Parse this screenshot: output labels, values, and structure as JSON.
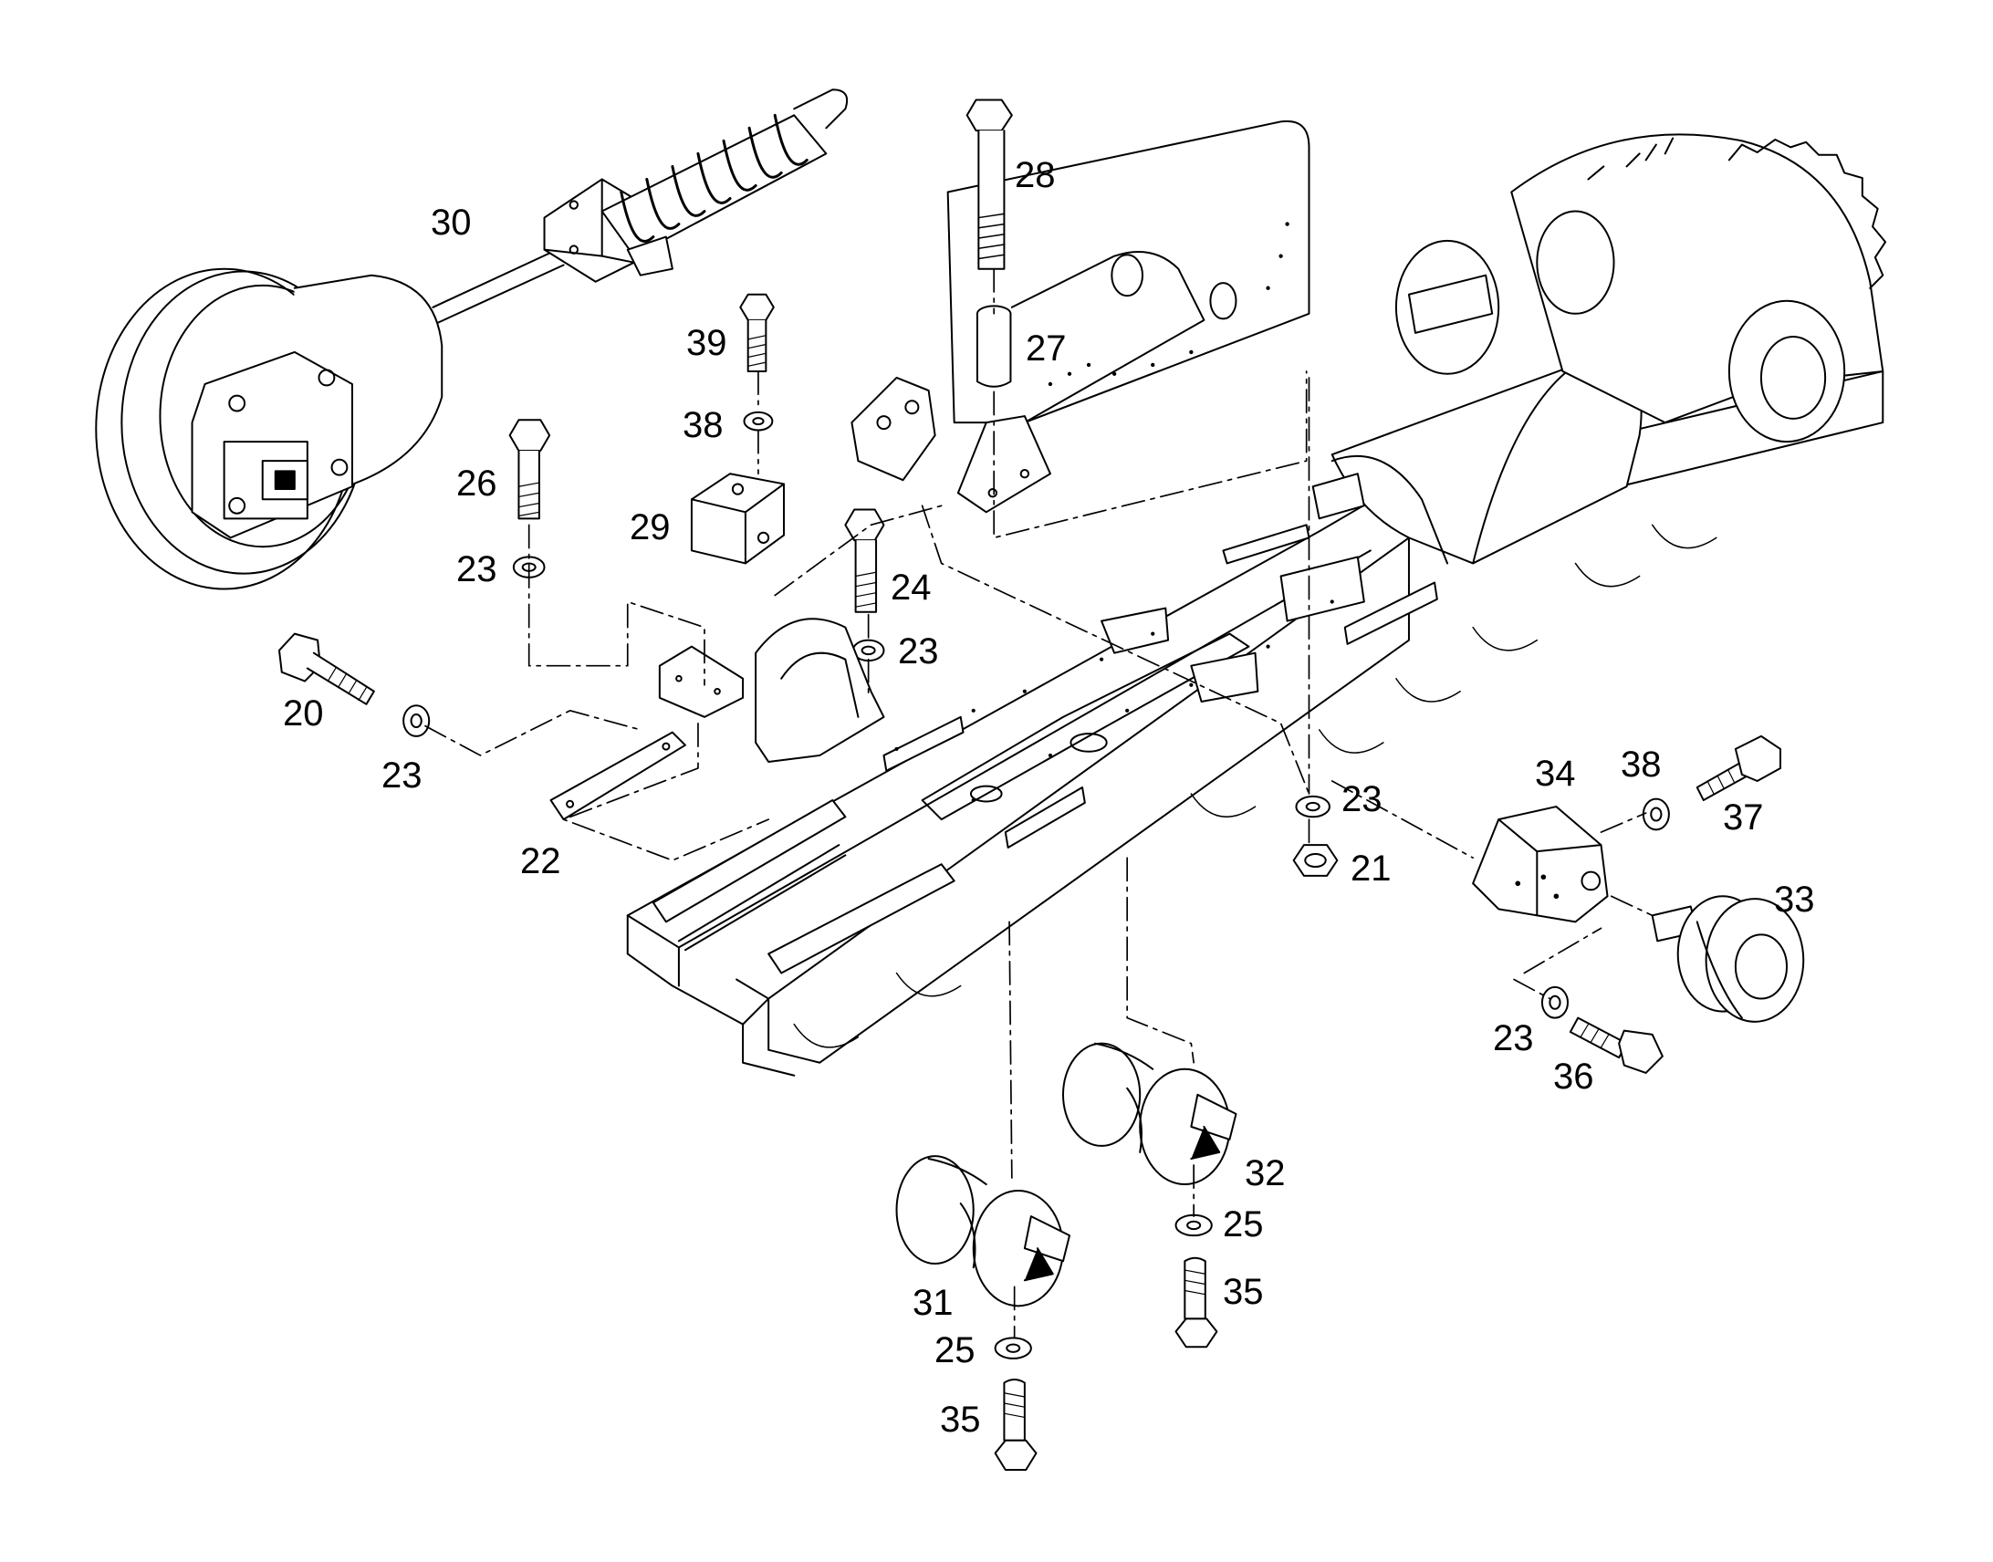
{
  "diagram": {
    "type": "exploded parts diagram",
    "subject": "undercarriage track frame assembly",
    "line_color": "#000000",
    "background_color": "#ffffff"
  },
  "callouts": {
    "c20": "20",
    "c21": "21",
    "c22": "22",
    "c23a": "23",
    "c23b": "23",
    "c23c": "23",
    "c23d": "23",
    "c23e": "23",
    "c24": "24",
    "c25a": "25",
    "c25b": "25",
    "c26": "26",
    "c27": "27",
    "c28": "28",
    "c29": "29",
    "c30": "30",
    "c31": "31",
    "c32": "32",
    "c33": "33",
    "c34": "34",
    "c35a": "35",
    "c35b": "35",
    "c36": "36",
    "c37": "37",
    "c38a": "38",
    "c38b": "38",
    "c39": "39"
  },
  "icons": [
    "bolt-icon",
    "washer-icon",
    "nut-icon",
    "roller-icon",
    "idler-wheel-icon",
    "sprocket-icon"
  ]
}
